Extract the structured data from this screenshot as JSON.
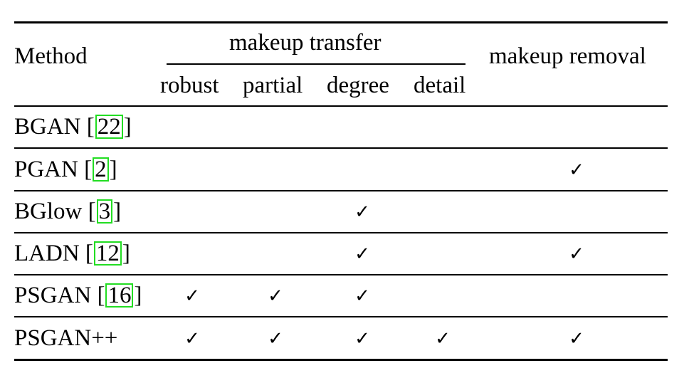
{
  "header": {
    "method": "Method",
    "group_transfer": "makeup transfer",
    "group_removal": "makeup removal",
    "sub": [
      "robust",
      "partial",
      "degree",
      "detail"
    ]
  },
  "check_mark": "✓",
  "rows": [
    {
      "name": "BGAN",
      "cite": "22",
      "checks": [
        false,
        false,
        false,
        false,
        false
      ]
    },
    {
      "name": "PGAN",
      "cite": "2",
      "checks": [
        false,
        false,
        false,
        false,
        true
      ]
    },
    {
      "name": "BGlow",
      "cite": "3",
      "checks": [
        false,
        false,
        true,
        false,
        false
      ]
    },
    {
      "name": "LADN",
      "cite": "12",
      "checks": [
        false,
        false,
        true,
        false,
        true
      ]
    },
    {
      "name": "PSGAN",
      "cite": "16",
      "checks": [
        true,
        true,
        true,
        false,
        false
      ]
    },
    {
      "name": "PSGAN++",
      "cite": "",
      "checks": [
        true,
        true,
        true,
        true,
        true
      ]
    }
  ]
}
